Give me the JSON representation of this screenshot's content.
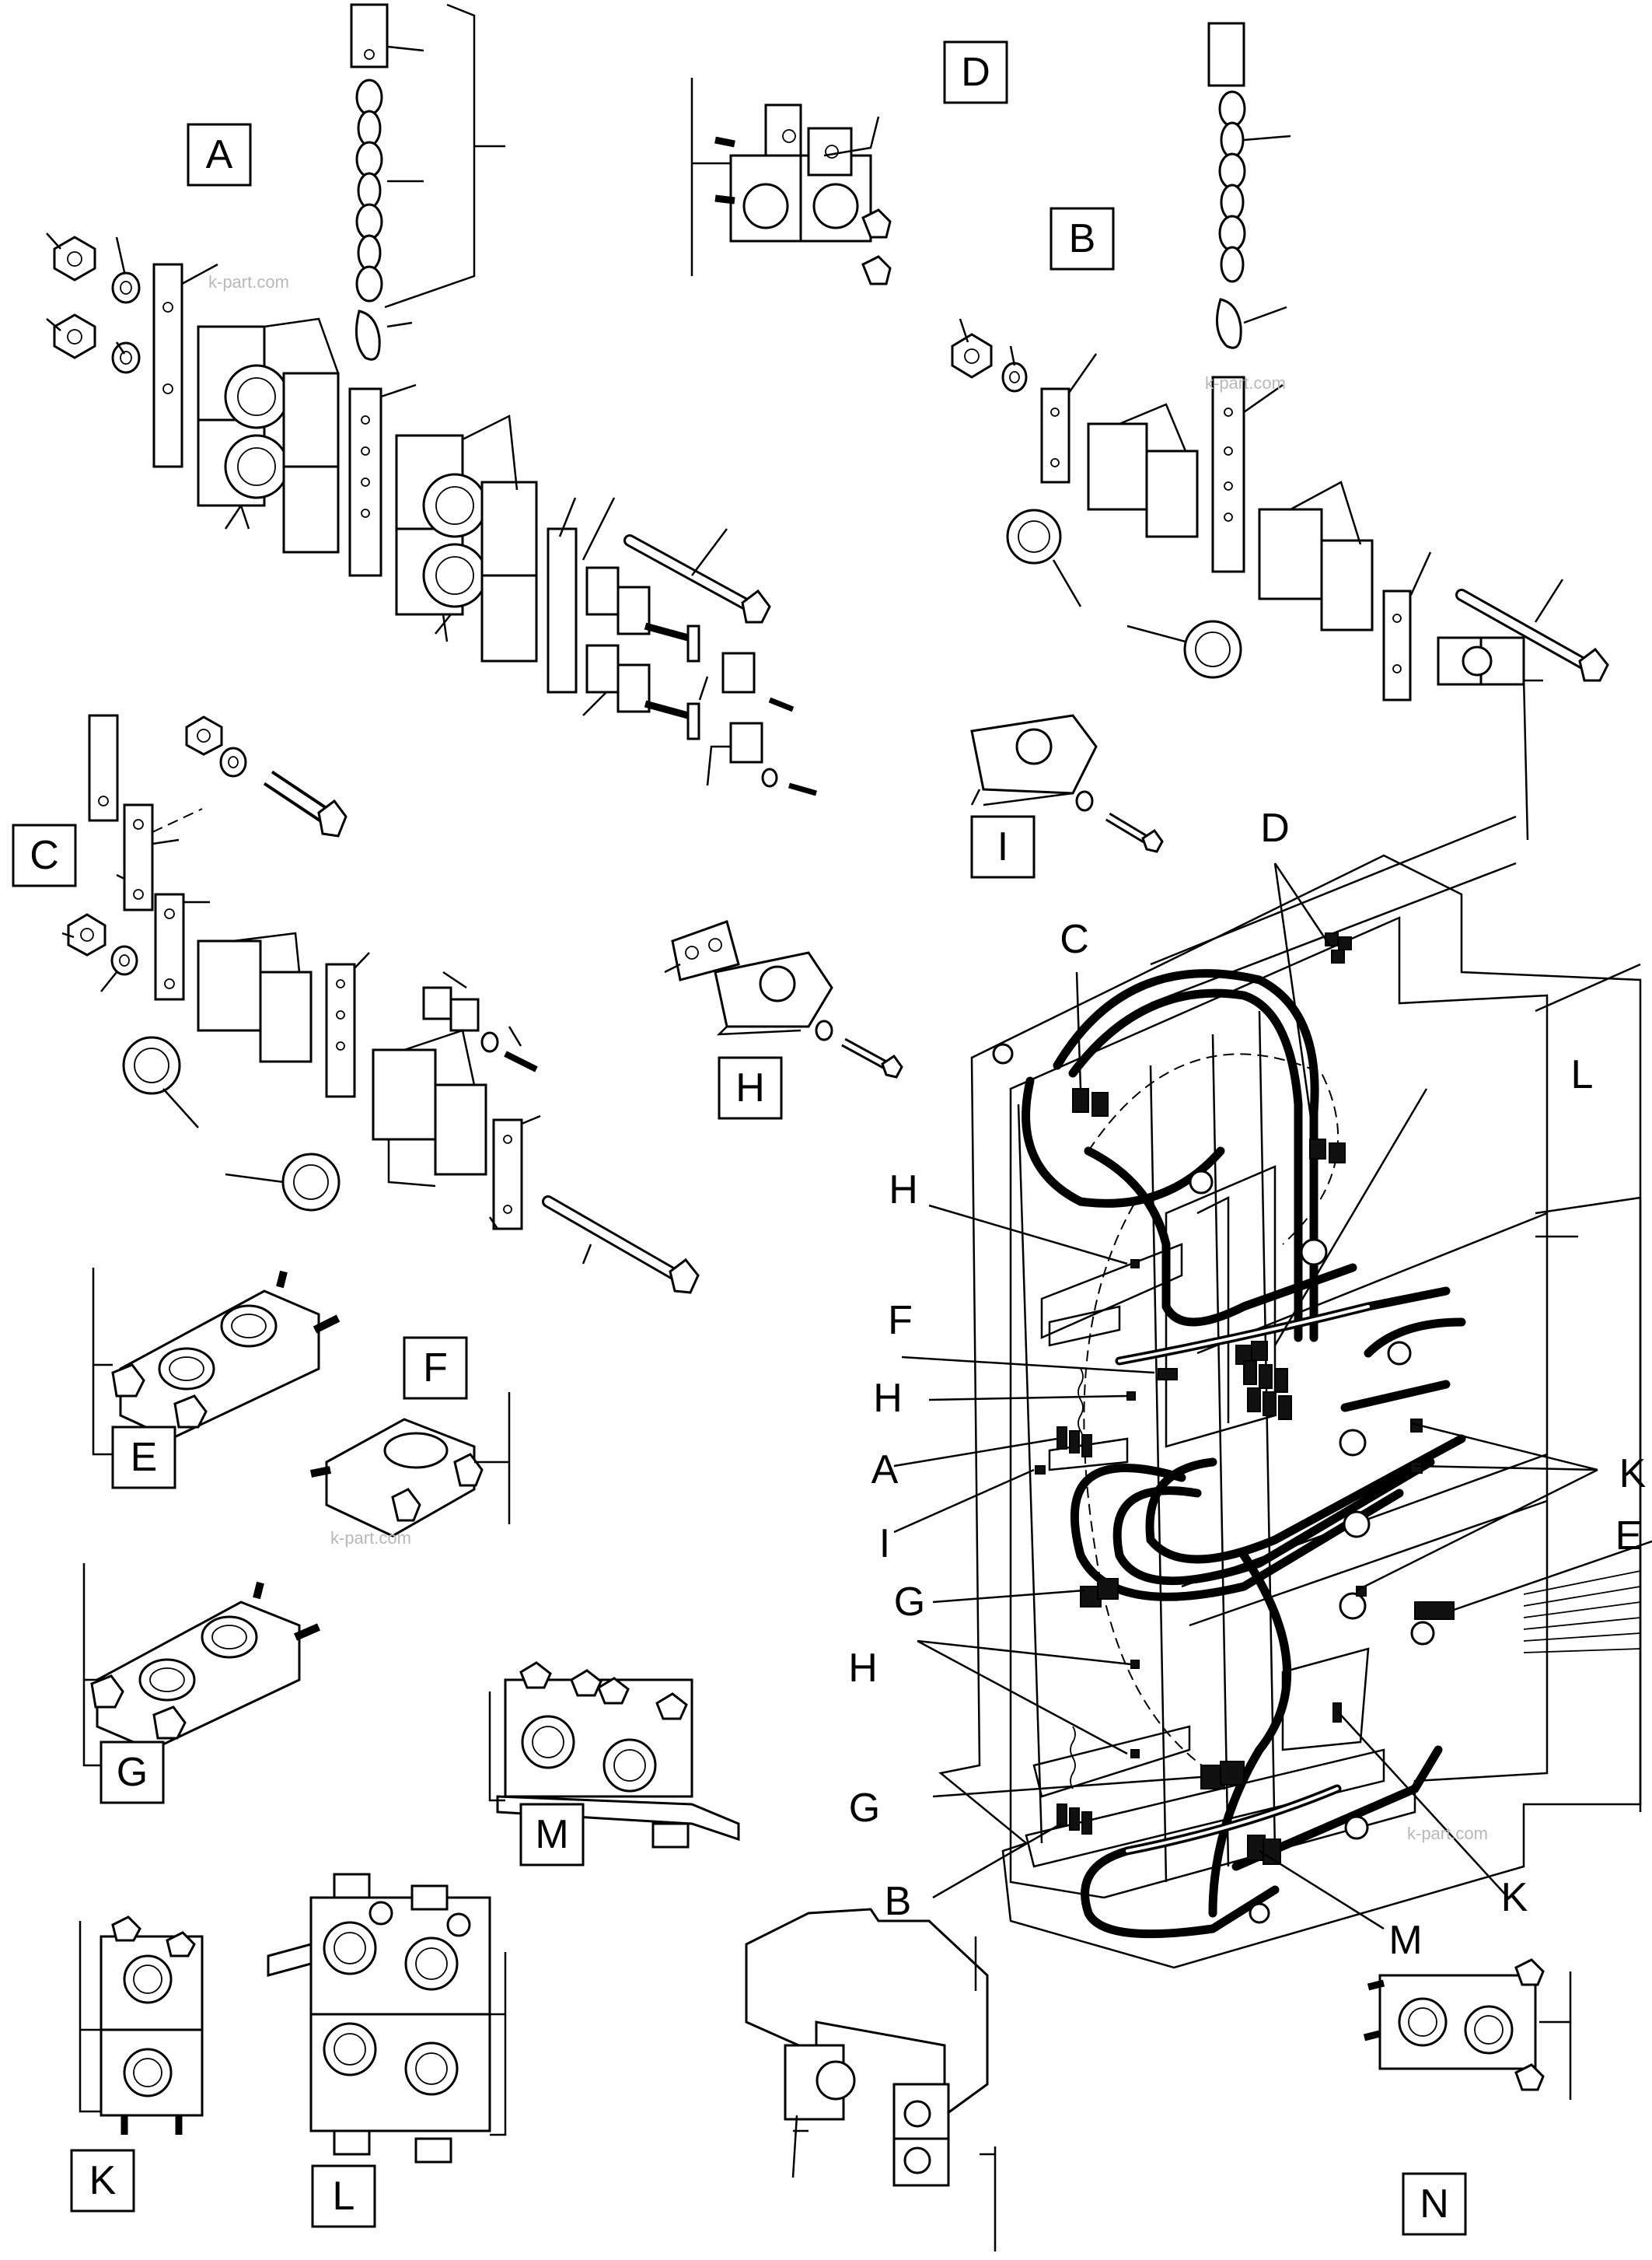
{
  "box_labels": [
    {
      "id": "A",
      "text": "A"
    },
    {
      "id": "B",
      "text": "B"
    },
    {
      "id": "C",
      "text": "C"
    },
    {
      "id": "D",
      "text": "D"
    },
    {
      "id": "E",
      "text": "E"
    },
    {
      "id": "F",
      "text": "F"
    },
    {
      "id": "G",
      "text": "G"
    },
    {
      "id": "H",
      "text": "H"
    },
    {
      "id": "I",
      "text": "I"
    },
    {
      "id": "K",
      "text": "K"
    },
    {
      "id": "L",
      "text": "L"
    },
    {
      "id": "M",
      "text": "M"
    },
    {
      "id": "N",
      "text": "N"
    }
  ],
  "callout_labels": [
    {
      "id": "c-D",
      "text": "D"
    },
    {
      "id": "c-C",
      "text": "C"
    },
    {
      "id": "c-L",
      "text": "L"
    },
    {
      "id": "c-H1",
      "text": "H"
    },
    {
      "id": "c-F",
      "text": "F"
    },
    {
      "id": "c-H2",
      "text": "H"
    },
    {
      "id": "c-A",
      "text": "A"
    },
    {
      "id": "c-I",
      "text": "I"
    },
    {
      "id": "c-K1",
      "text": "K"
    },
    {
      "id": "c-E",
      "text": "E"
    },
    {
      "id": "c-G1",
      "text": "G"
    },
    {
      "id": "c-H3",
      "text": "H"
    },
    {
      "id": "c-G2",
      "text": "G"
    },
    {
      "id": "c-B",
      "text": "B"
    },
    {
      "id": "c-K2",
      "text": "K"
    },
    {
      "id": "c-M",
      "text": "M"
    }
  ],
  "watermark": "k-part.com",
  "colors": {
    "line": "#000000",
    "background": "#ffffff",
    "watermark": "#b8b8b8"
  }
}
